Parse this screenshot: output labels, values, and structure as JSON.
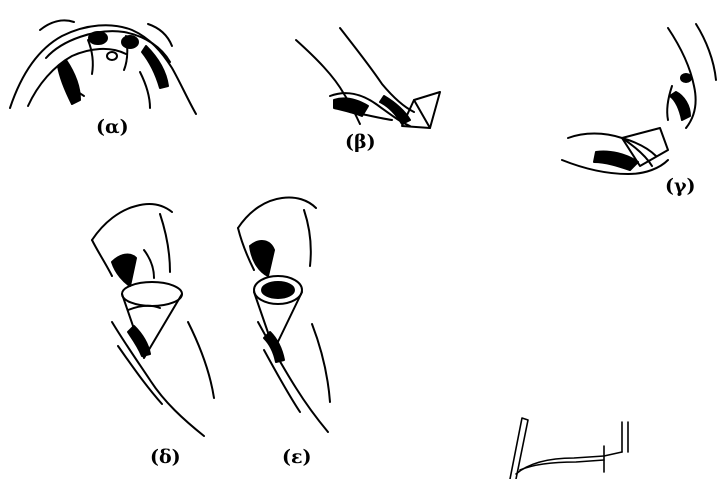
{
  "figure": {
    "panels": [
      {
        "id": "a",
        "label": "(α)"
      },
      {
        "id": "b",
        "label": "(β)"
      },
      {
        "id": "c",
        "label": "(γ)"
      },
      {
        "id": "d",
        "label": "(δ)"
      },
      {
        "id": "e",
        "label": "(ε)"
      }
    ],
    "ink_color": "#000000",
    "paper_color": "#ffffff"
  }
}
